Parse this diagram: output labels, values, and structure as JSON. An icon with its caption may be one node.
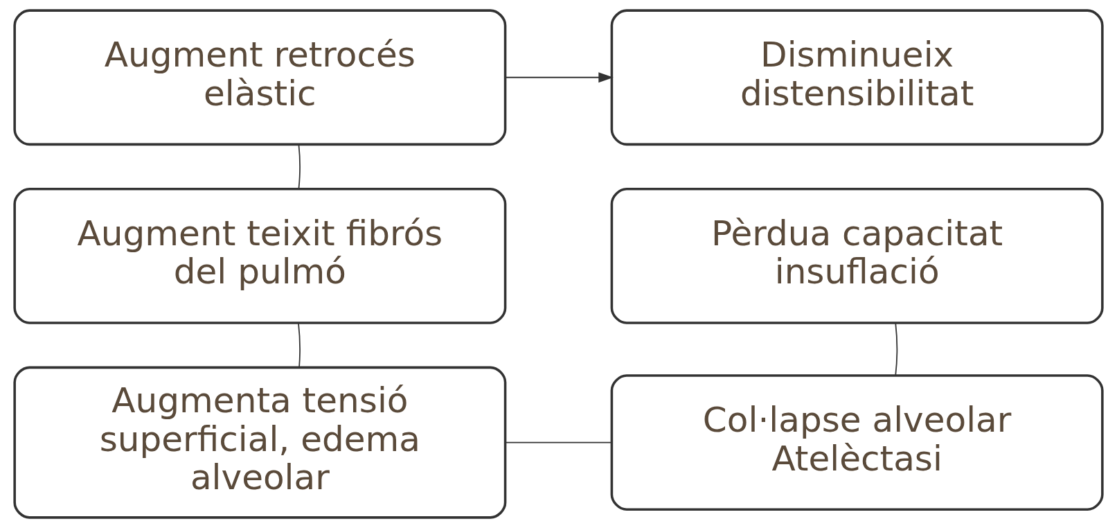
{
  "diagram": {
    "nodes": [
      {
        "text": [
          "Disminueix distensibilitat"
        ]
      },
      {
        "text": [
          "Augment retrocés elàstic"
        ]
      },
      {
        "text": [
          "Augment teixit fibrós del pulmó"
        ]
      },
      {
        "text": [
          "Pèrdua capacitat insuflació"
        ]
      },
      {
        "text": [
          "Col·lapse alveolar Atelèctasi"
        ]
      },
      {
        "text": [
          "Augmenta tensió superficial, edema alveolar"
        ]
      }
    ],
    "edges": [
      {
        "from": 1,
        "to": 0,
        "arrow": "to"
      },
      {
        "from": 1,
        "to": 2,
        "arrow": "none"
      },
      {
        "from": 2,
        "to": 5,
        "arrow": "none"
      },
      {
        "from": 5,
        "to": 4,
        "arrow": "none"
      },
      {
        "from": 4,
        "to": 3,
        "arrow": "none"
      }
    ]
  }
}
